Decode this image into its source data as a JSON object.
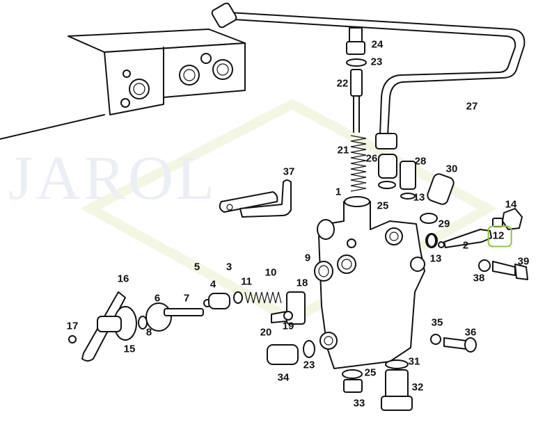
{
  "diagram": {
    "watermark": "JAROL",
    "highlighted_callout": "12",
    "highlight_color": "#8cc63f",
    "callouts": [
      "24",
      "23",
      "22",
      "27",
      "21",
      "26",
      "28",
      "30",
      "37",
      "1",
      "25",
      "13",
      "29",
      "14",
      "12",
      "2",
      "13",
      "9",
      "5",
      "3",
      "10",
      "11",
      "18",
      "4",
      "16",
      "39",
      "38",
      "6",
      "7",
      "20",
      "19",
      "8",
      "15",
      "17",
      "35",
      "36",
      "34",
      "23",
      "25",
      "31",
      "32",
      "33"
    ]
  }
}
